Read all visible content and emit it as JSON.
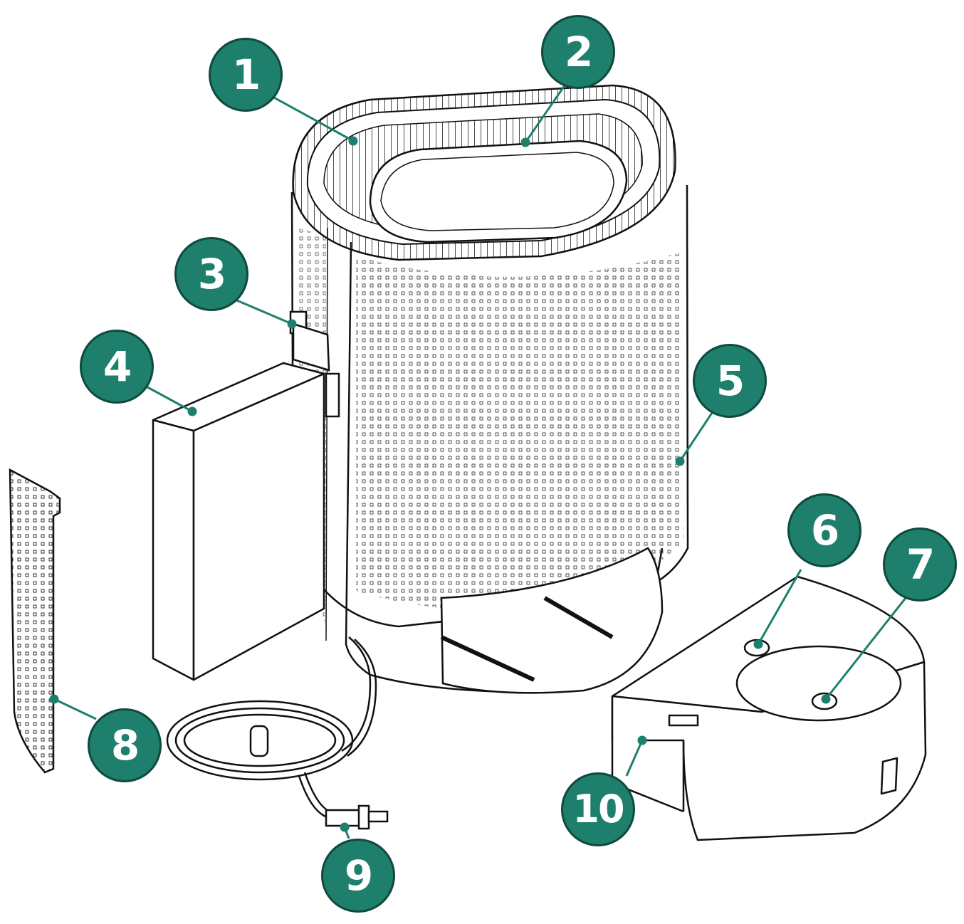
{
  "colors": {
    "badge": "#1d7f6c",
    "leader": "#1d7f6c",
    "outline": "#111111"
  },
  "callouts": [
    {
      "id": "1",
      "label": "1"
    },
    {
      "id": "2",
      "label": "2"
    },
    {
      "id": "3",
      "label": "3"
    },
    {
      "id": "4",
      "label": "4"
    },
    {
      "id": "5",
      "label": "5"
    },
    {
      "id": "6",
      "label": "6"
    },
    {
      "id": "7",
      "label": "7"
    },
    {
      "id": "8",
      "label": "8"
    },
    {
      "id": "9",
      "label": "9"
    },
    {
      "id": "10",
      "label": "10"
    }
  ]
}
